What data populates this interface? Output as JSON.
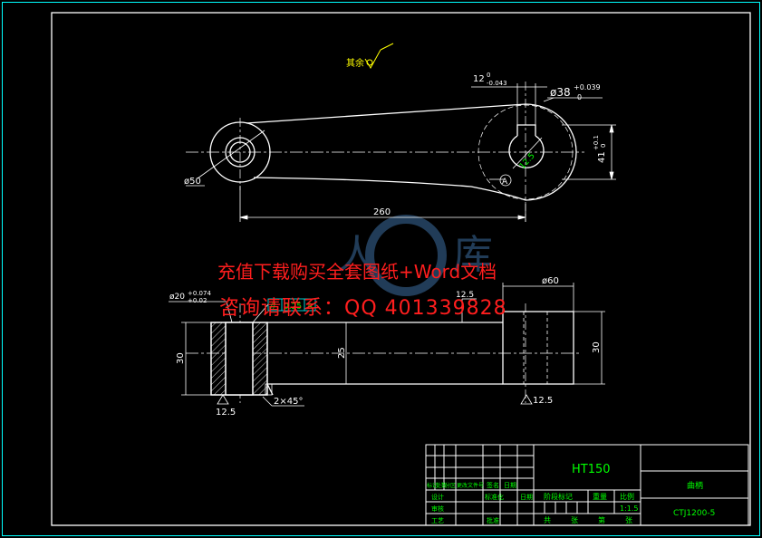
{
  "drawing": {
    "roughness_label": "其余",
    "top_view": {
      "dim_width": "12",
      "dim_width_tol_upper": "0",
      "dim_width_tol_lower": "-0.043",
      "dim_bore": "ø38",
      "dim_bore_tol_upper": "+0.039",
      "dim_bore_tol_lower": "0",
      "dim_height": "41",
      "dim_height_tol_upper": "+0.1",
      "dim_height_tol_lower": "0",
      "dim_small_boss": "ø50",
      "dim_center_distance": "260",
      "dim_roughness_bore": "12.5",
      "datum_label": "A"
    },
    "front_view": {
      "dim_hole": "ø20",
      "dim_hole_tol_upper": "+0.074",
      "dim_hole_tol_lower": "+0.02",
      "tolerance_symbol": "//",
      "tolerance_value": "0.25",
      "tolerance_datum": "A",
      "dim_roughness_top": "12.5",
      "dim_boss_dia": "ø60",
      "dim_left_height": "30",
      "dim_arm_height": "25",
      "dim_right_height": "30",
      "dim_chamfer": "2×45°",
      "dim_roughness_left": "12.5",
      "dim_roughness_right": "12.5"
    }
  },
  "watermark": {
    "line1": "充值下载购买全套图纸+Word文档",
    "line2": "咨询请联系：QQ 401339828"
  },
  "title_block": {
    "material": "HT150",
    "part_name": "曲柄",
    "drawing_number": "CTJ1200-5",
    "scale": "1:1.5",
    "label_stage_mark": "阶段标记",
    "label_weight": "重量",
    "label_scale": "比例",
    "label_total": "共",
    "label_sheet": "张",
    "label_page": "第",
    "label_zhang2": "张",
    "label_design": "设计",
    "label_standardize": "标准化",
    "label_review": "审核",
    "label_process": "工艺",
    "label_approve": "批准",
    "label_date": "日期",
    "label_mark": "标记",
    "label_count": "处数",
    "label_partition": "分区",
    "label_change_doc": "更改文件号",
    "label_sign": "签名",
    "label_date2": "日期"
  },
  "colors": {
    "background": "#000000",
    "line": "#ffffff",
    "border": "#00ffff",
    "text_green": "#00ff00",
    "text_yellow": "#ffff00",
    "watermark_red": "#ff1e1e",
    "watermark_logo": "#3c6ea0"
  }
}
